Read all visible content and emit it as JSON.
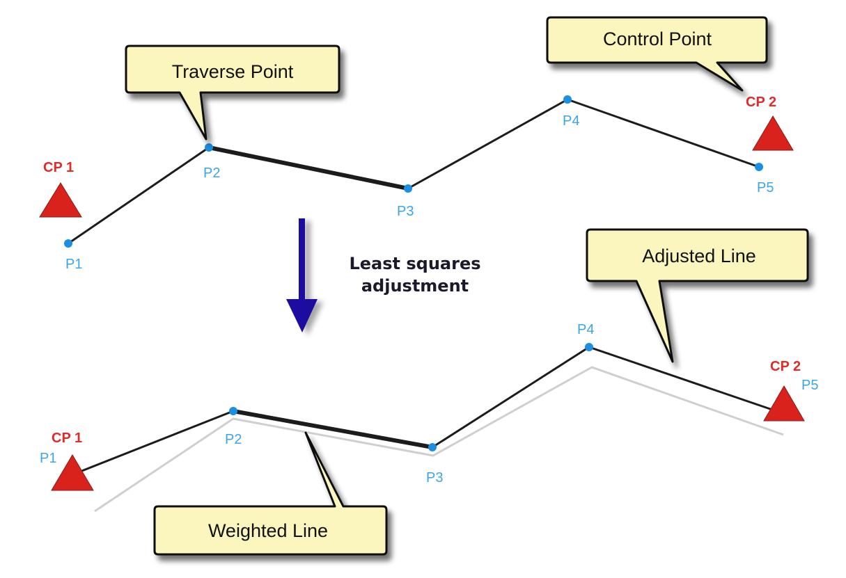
{
  "colors": {
    "point": "#1a8fe3",
    "point_label": "#3aa6ea",
    "control": "#d9221c",
    "control_label": "#e02b2b",
    "line": "#1c1c1c",
    "adjusted_line": "#cfcfcf",
    "callout_fill": "#fbf6bd",
    "callout_border": "#111111",
    "arrow": "#1a0fa0"
  },
  "before": {
    "points": [
      {
        "id": "P1",
        "label": "P1"
      },
      {
        "id": "P2",
        "label": "P2"
      },
      {
        "id": "P3",
        "label": "P3"
      },
      {
        "id": "P4",
        "label": "P4"
      },
      {
        "id": "P5",
        "label": "P5"
      }
    ],
    "control_points": [
      {
        "id": "CP1",
        "label": "CP 1"
      },
      {
        "id": "CP2",
        "label": "CP 2"
      }
    ],
    "weighted_segment": [
      "P2",
      "P3"
    ]
  },
  "after": {
    "points": [
      {
        "id": "P1",
        "label": "P1"
      },
      {
        "id": "P2",
        "label": "P2"
      },
      {
        "id": "P3",
        "label": "P3"
      },
      {
        "id": "P4",
        "label": "P4"
      },
      {
        "id": "P5",
        "label": "P5"
      }
    ],
    "control_points": [
      {
        "id": "CP1",
        "label": "CP 1"
      },
      {
        "id": "CP2",
        "label": "CP 2"
      }
    ],
    "weighted_segment": [
      "P2",
      "P3"
    ]
  },
  "callouts": {
    "traverse_point": "Traverse Point",
    "control_point": "Control Point",
    "adjusted_line": "Adjusted Line",
    "weighted_line": "Weighted Line"
  },
  "caption": {
    "line1": "Least squares",
    "line2": "adjustment"
  }
}
